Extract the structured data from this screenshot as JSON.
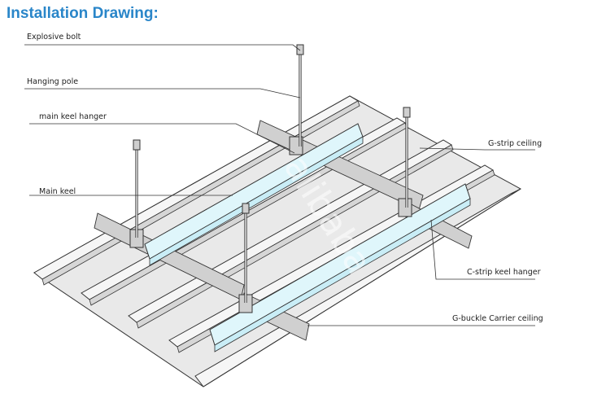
{
  "title": "Installation Drawing:",
  "labels": {
    "explosive_bolt": "Explosive bolt",
    "hanging_pole": "Hanging pole",
    "main_keel_hanger": "main keel hanger",
    "main_keel": "Main keel",
    "g_strip_ceiling": "G-strip ceiling",
    "c_strip_keel_hanger": "C-strip keel hanger",
    "g_buckle_carrier_ceiling": "G-buckle Carrier ceiling"
  },
  "watermark": "alibaba",
  "colors": {
    "title": "#2a86c9",
    "keel_fill": "#dff6fb",
    "ceiling_fill": "#e9e9e9",
    "line": "#333333"
  }
}
